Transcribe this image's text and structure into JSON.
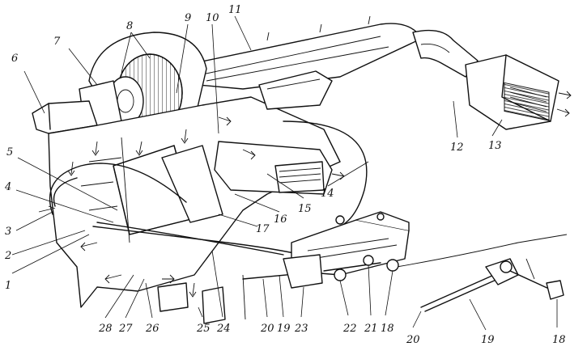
{
  "figure": {
    "callouts": [
      "1",
      "2",
      "3",
      "4",
      "5",
      "6",
      "7",
      "8",
      "9",
      "10",
      "11",
      "12",
      "13",
      "14",
      "15",
      "16",
      "17",
      "18",
      "19",
      "20",
      "21",
      "22",
      "23",
      "24",
      "25",
      "26",
      "27",
      "28"
    ]
  }
}
